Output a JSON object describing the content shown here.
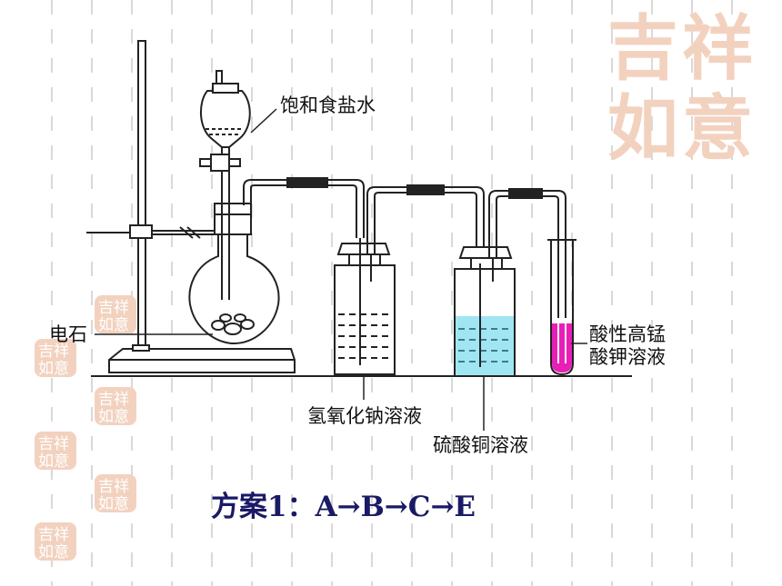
{
  "labels": {
    "saturated_brine": "饱和食盐水",
    "calcium_carbide": "电石",
    "naoh_solution": "氢氧化钠溶液",
    "cuso4_solution": "硫酸铜溶液",
    "kmno4_line1": "酸性高锰",
    "kmno4_line2": "酸钾溶液"
  },
  "caption": "方案1：A→B→C→E",
  "decoration": {
    "seal_text": "吉祥如意",
    "seal_color": "#f2d2bf",
    "grid_color": "#d9d9d9"
  },
  "colors": {
    "cuso4_liquid": "#9fe6f2",
    "kmno4_liquid": "#e81fb7",
    "outline": "#222222"
  }
}
